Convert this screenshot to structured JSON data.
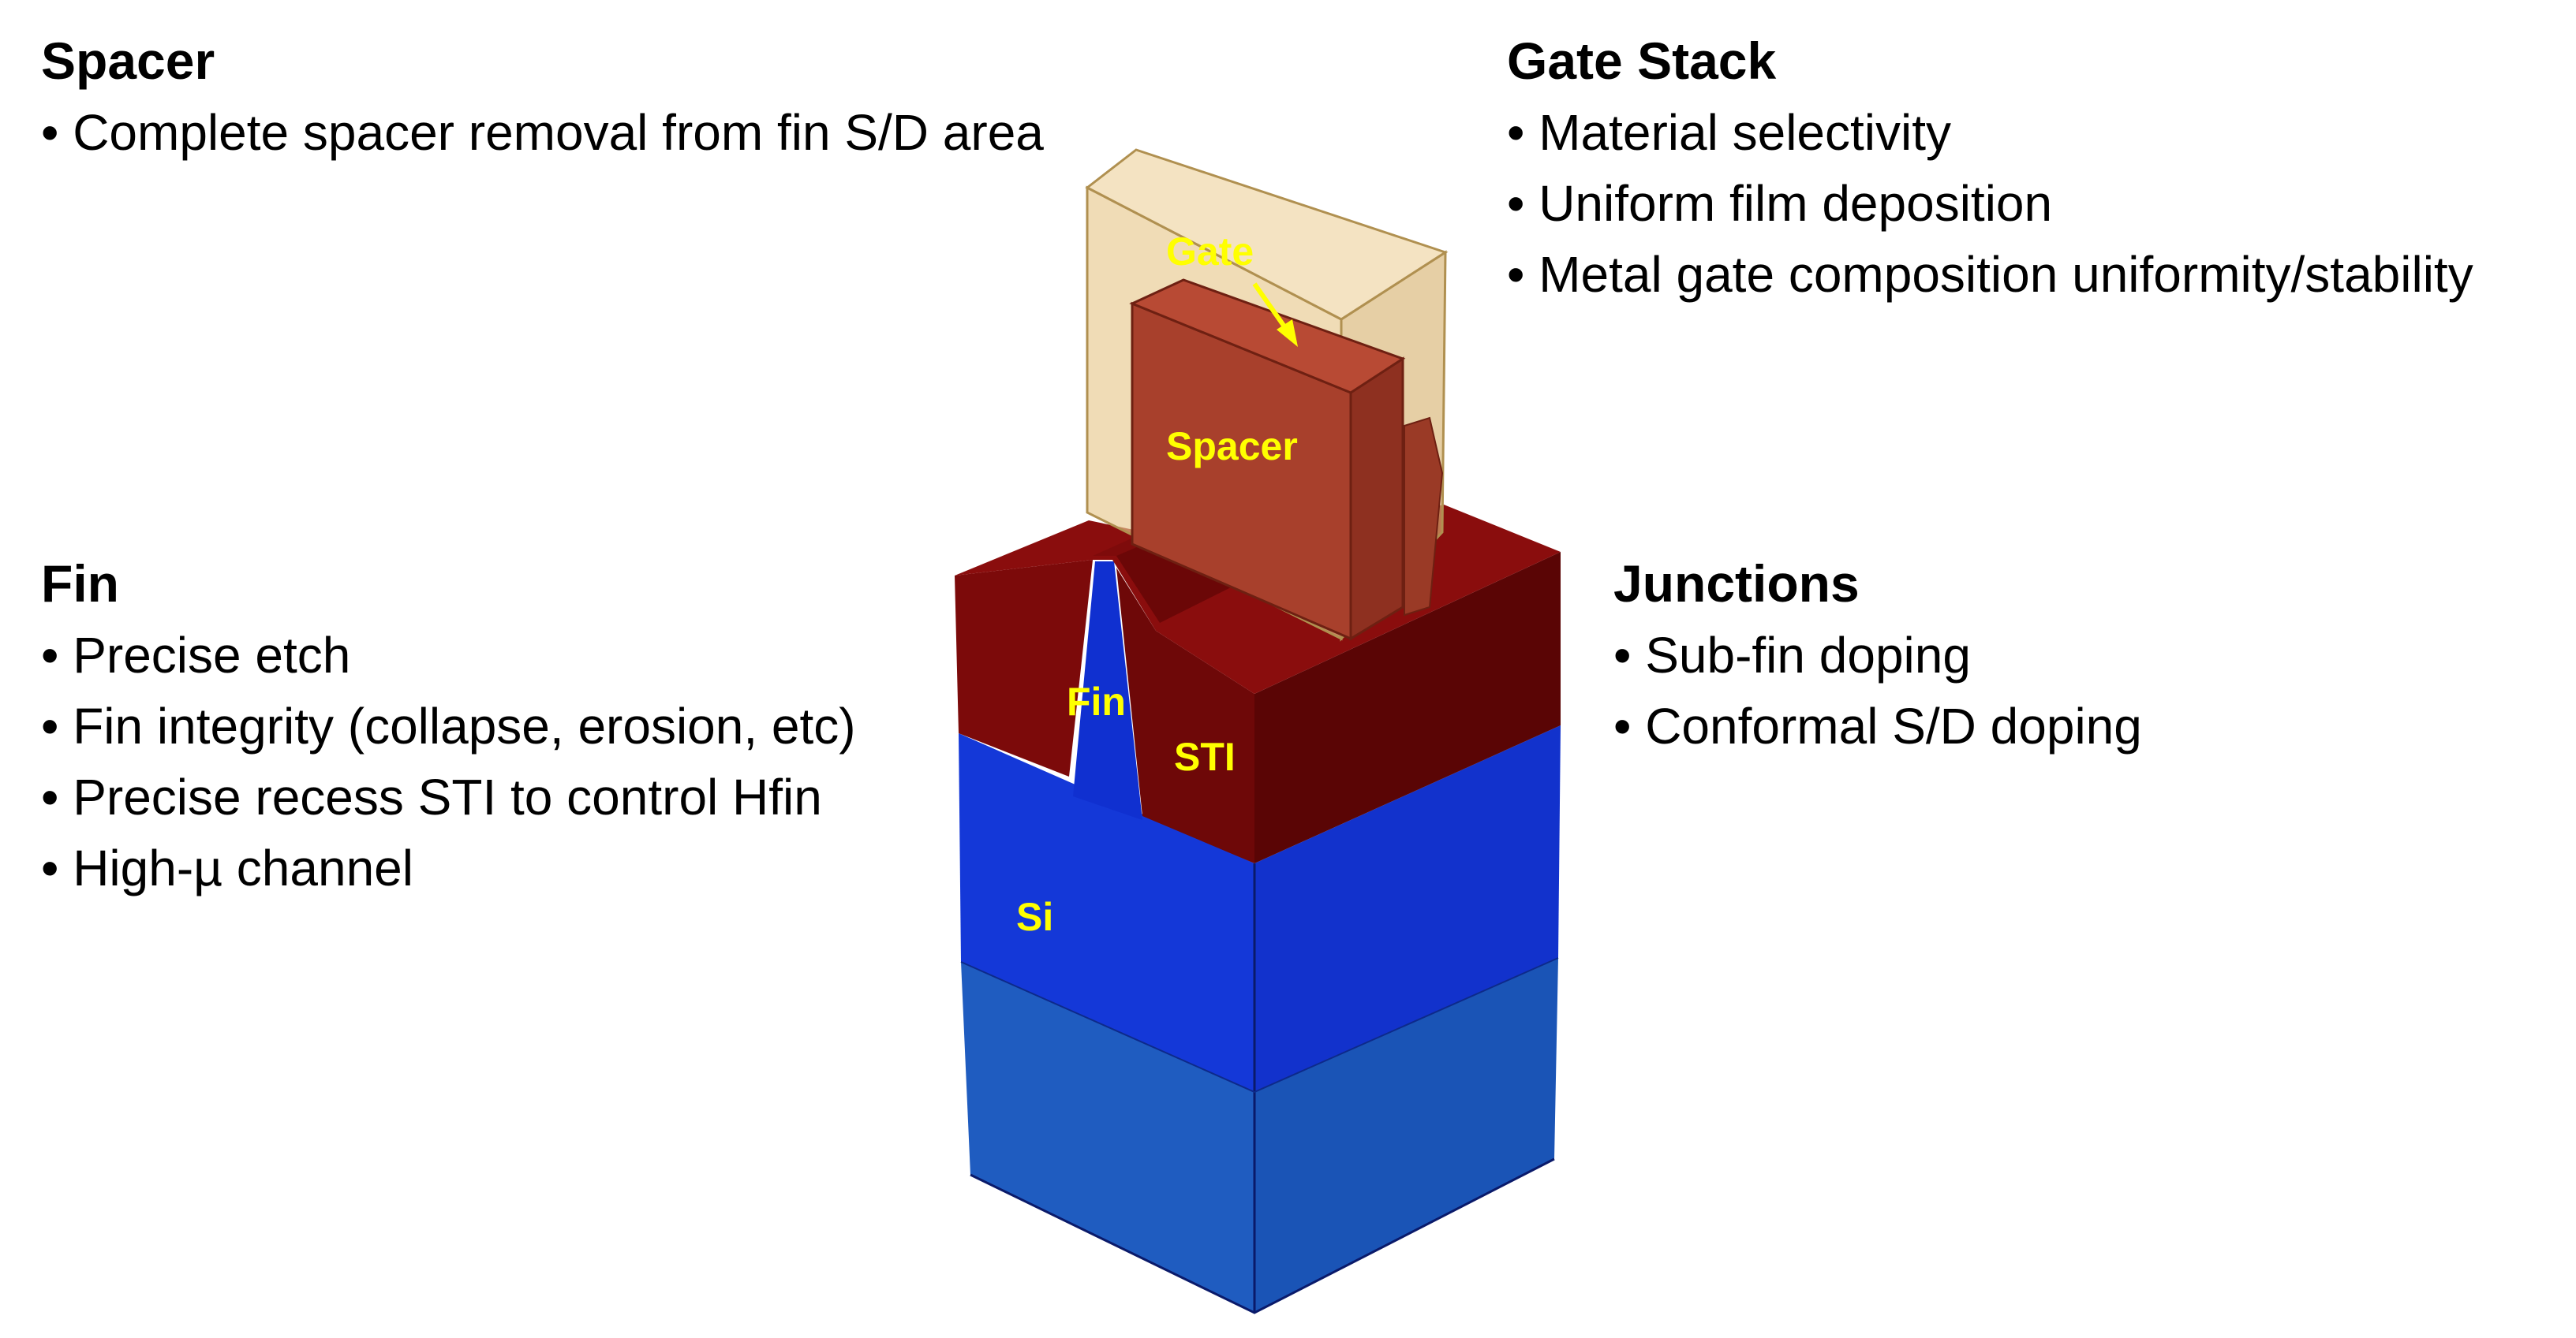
{
  "sections": {
    "spacer": {
      "title": "Spacer",
      "items": [
        "Complete spacer removal from fin S/D area"
      ]
    },
    "gate_stack": {
      "title": "Gate Stack",
      "items": [
        "Material selectivity",
        "Uniform film deposition",
        "Metal gate composition uniformity/stability"
      ]
    },
    "fin": {
      "title": "Fin",
      "items": [
        "Precise etch",
        "Fin integrity (collapse, erosion, etc)",
        "Precise recess STI to control Hfin",
        "High-µ channel"
      ]
    },
    "junctions": {
      "title": "Junctions",
      "items": [
        "Sub-fin doping",
        "Conformal S/D doping"
      ]
    }
  },
  "labels": {
    "gate": "Gate",
    "spacer": "Spacer",
    "fin": "Fin",
    "sti": "STI",
    "si": "Si"
  },
  "colors": {
    "spacer_shell": "#e8c98f",
    "gate": "#a8402c",
    "sti": "#7a0a0a",
    "si_upper": "#1a3dd6",
    "si_lower": "#1d5fc4",
    "label": "#ffff00"
  }
}
